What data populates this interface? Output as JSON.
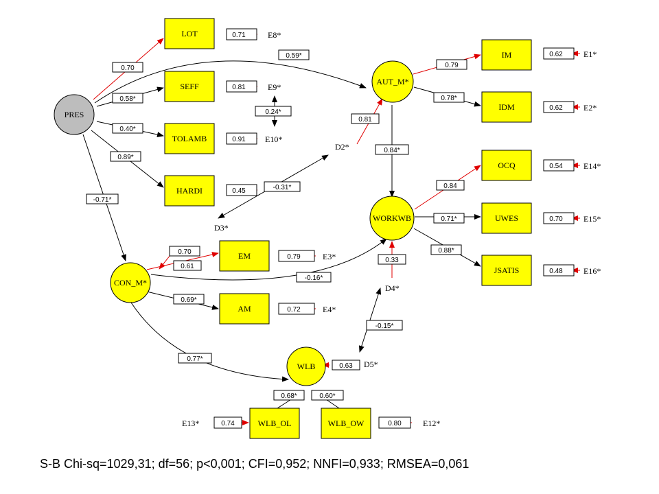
{
  "colors": {
    "node_fill": "#ffff00",
    "exo_fill": "#bdbdbd",
    "arrow_red": "#e00000",
    "line": "#000000"
  },
  "nodes": {
    "PRES": "PRES",
    "AUT_M": "AUT_M*",
    "WORKWB": "WORKWB",
    "CON_M": "CON_M*",
    "WLB": "WLB",
    "LOT": "LOT",
    "SEFF": "SEFF",
    "TOLAMB": "TOLAMB",
    "HARDI": "HARDI",
    "IM": "IM",
    "IDM": "IDM",
    "OCQ": "OCQ",
    "UWES": "UWES",
    "JSATIS": "JSATIS",
    "EM": "EM",
    "AM": "AM",
    "WLB_OL": "WLB_OL",
    "WLB_OW": "WLB_OW"
  },
  "loadings": {
    "pres_lot": "0.70",
    "pres_seff": "0.58*",
    "pres_tolamb": "0.40*",
    "pres_hardi": "0.89*",
    "pres_aut": "0.59*",
    "pres_con": "-0.71*",
    "aut_im": "0.79",
    "aut_idm": "0.78*",
    "aut_workwb": "0.84*",
    "workwb_ocq": "0.84",
    "workwb_uwes": "0.71*",
    "workwb_jsatis": "0.88*",
    "con_em": "0.70",
    "con_em2": "0.61",
    "con_am": "0.69*",
    "con_workwb": "-0.16*",
    "con_wlb": "0.77*",
    "wlb_ol": "0.68*",
    "wlb_ow": "0.60*",
    "d2_aut": "0.81",
    "d4_workwb": "0.33",
    "cov_d2_d3": "-0.31*",
    "cov_d4_d5": "-0.15*",
    "cov_e9_e10": "0.24*",
    "d5_wlb": "0.63"
  },
  "errors": {
    "lot": {
      "value": "0.71",
      "label": "E8*"
    },
    "seff": {
      "value": "0.81",
      "label": "E9*"
    },
    "tolamb": {
      "value": "0.91",
      "label": "E10*"
    },
    "hardi": {
      "value": "0.45",
      "label": ""
    },
    "im": {
      "value": "0.62",
      "label": "E1*"
    },
    "idm": {
      "value": "0.62",
      "label": "E2*"
    },
    "ocq": {
      "value": "0.54",
      "label": "E14*"
    },
    "uwes": {
      "value": "0.70",
      "label": "E15*"
    },
    "jsatis": {
      "value": "0.48",
      "label": "E16*"
    },
    "em": {
      "value": "0.79",
      "label": "E3*"
    },
    "am": {
      "value": "0.72",
      "label": "E4*"
    },
    "wlb_ol": {
      "value": "0.74",
      "label": "E13*"
    },
    "wlb_ow": {
      "value": "0.80",
      "label": "E12*"
    }
  },
  "disturbances": {
    "d2": "D2*",
    "d3": "D3*",
    "d4": "D4*",
    "d5": "D5*"
  },
  "fit": "S-B Chi-sq=1029,31; df=56; p<0,001; CFI=0,952; NNFI=0,933; RMSEA=0,061"
}
